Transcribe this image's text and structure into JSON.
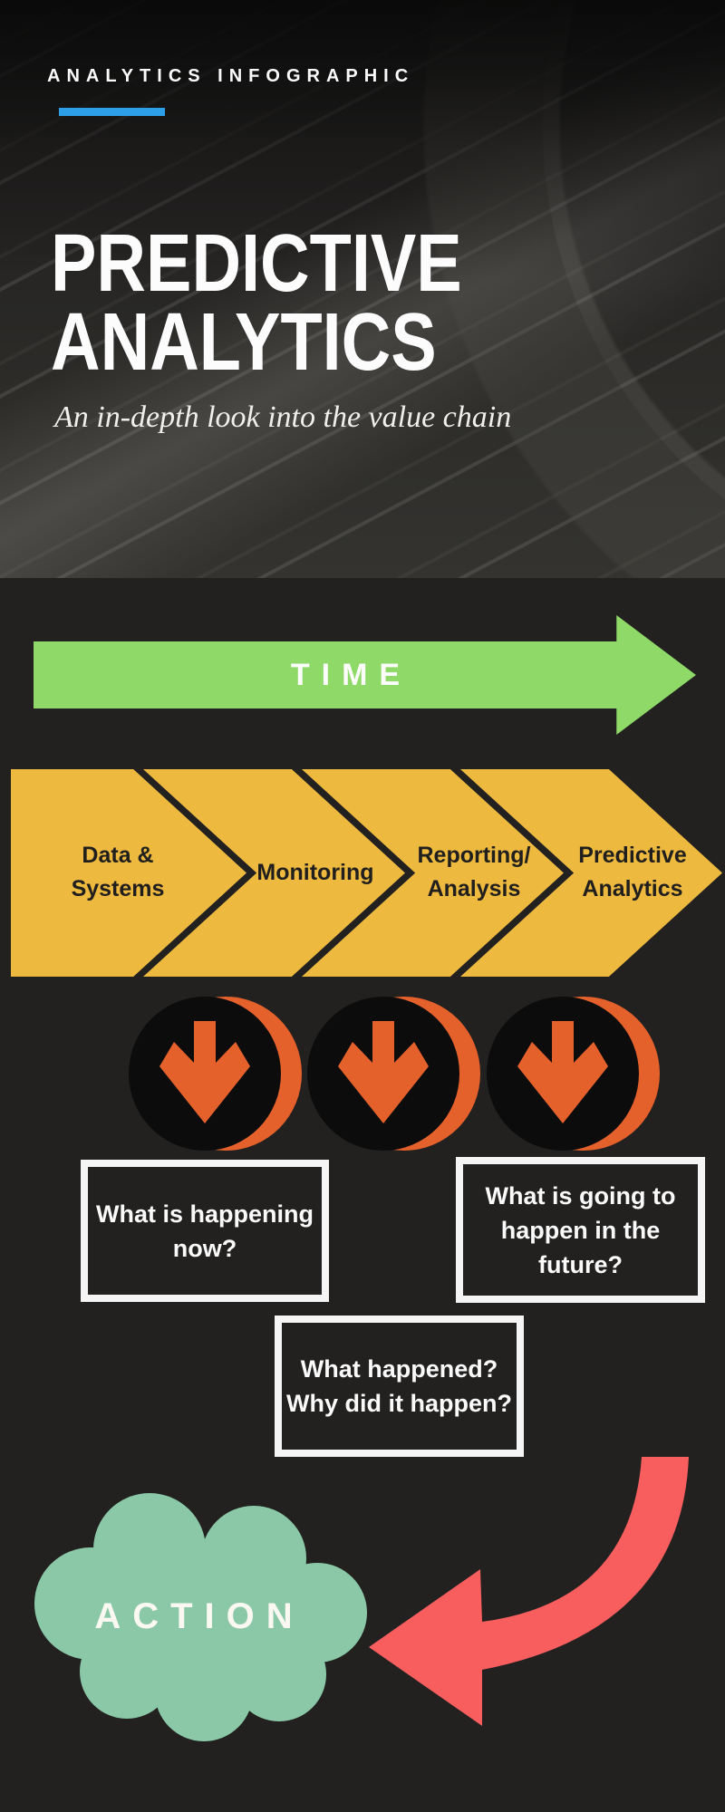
{
  "header": {
    "kicker": "ANALYTICS INFOGRAPHIC",
    "title_line1": "PREDICTIVE",
    "title_line2": "ANALYTICS",
    "subtitle": "An in-depth look into the value chain",
    "accent_color": "#2d9fe8"
  },
  "timeline": {
    "arrow_label": "TIME",
    "arrow_color": "#8ed968"
  },
  "chevrons": {
    "color": "#edb93f",
    "text_color": "#201f1d",
    "items": [
      {
        "label": "Data &\nSystems"
      },
      {
        "label": "Monitoring"
      },
      {
        "label": "Reporting/\nAnalysis"
      },
      {
        "label": "Predictive\nAnalytics"
      }
    ]
  },
  "arrow_badges": {
    "count": 3,
    "arrow_color": "#e5612b",
    "disc_color": "#0c0c0c"
  },
  "question_boxes": [
    {
      "text": "What is happening\nnow?"
    },
    {
      "text": "What is going to\nhappen in the\nfuture?"
    },
    {
      "text": "What happened?\nWhy did it happen?"
    }
  ],
  "action": {
    "label": "ACTION",
    "cloud_color": "#8bc8a8",
    "arrow_color": "#f85e5e"
  }
}
